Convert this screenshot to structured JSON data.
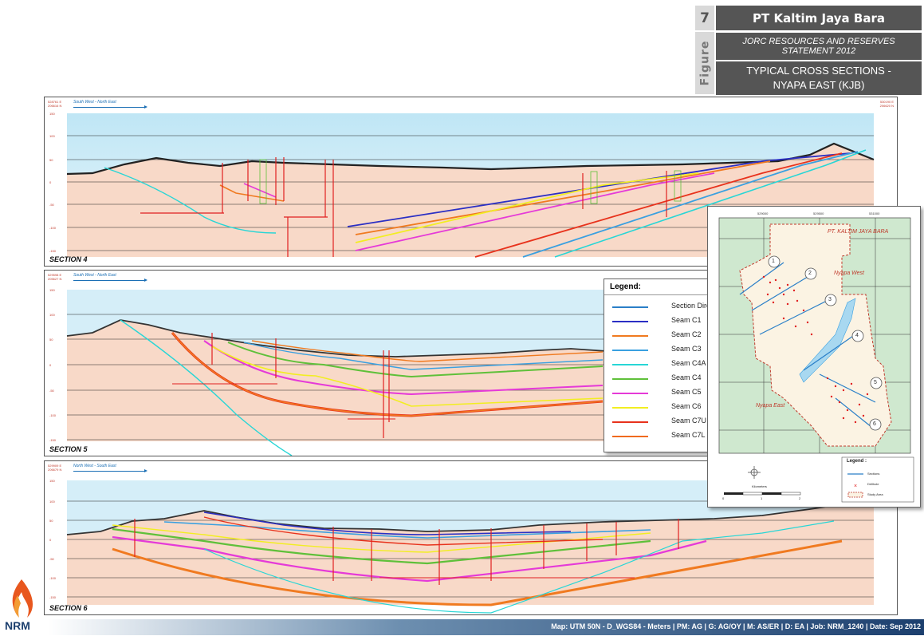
{
  "title_block": {
    "figure_number": "7",
    "figure_label": "Figure",
    "company": "PT Kaltim Jaya Bara",
    "subtitle_line1": "JORC RESOURCES AND RESERVES",
    "subtitle_line2": "STATEMENT 2012",
    "title_line1": "TYPICAL CROSS SECTIONS -",
    "title_line2": "NYAPA EAST (KJB)"
  },
  "sections": [
    {
      "label": "SECTION 4",
      "direction": "South West - North East",
      "coord_left": [
        "528761 E",
        "206616 N"
      ],
      "coord_right": [
        "530190 E",
        "206620 N"
      ],
      "y_ticks": [
        "150",
        "100",
        "50",
        "0",
        "-50",
        "-100",
        "-150"
      ]
    },
    {
      "label": "SECTION 5",
      "direction": "South West - North East",
      "coord_left": [
        "529598 E",
        "205627 N"
      ],
      "coord_right": [],
      "y_ticks": [
        "150",
        "100",
        "50",
        "0",
        "-50",
        "-100",
        "-150"
      ]
    },
    {
      "label": "SECTION 6",
      "direction": "North West - South East",
      "coord_left": [
        "529909 E",
        "206679 N"
      ],
      "coord_right": [],
      "y_ticks": [
        "150",
        "100",
        "50",
        "0",
        "-50",
        "-100",
        "-150"
      ]
    }
  ],
  "legend": {
    "title": "Legend:",
    "items": [
      {
        "label": "Section Direction",
        "color": "#2a7fc8"
      },
      {
        "label": "Seam C1",
        "color": "#2b2fc4"
      },
      {
        "label": "Seam C2",
        "color": "#f07a20"
      },
      {
        "label": "Seam C3",
        "color": "#3aa0e0"
      },
      {
        "label": "Seam C4A",
        "color": "#27d6d6"
      },
      {
        "label": "Seam C4",
        "color": "#5fc03a"
      },
      {
        "label": "Seam C5",
        "color": "#e53ad8"
      },
      {
        "label": "Seam C6",
        "color": "#f2ee22"
      },
      {
        "label": "Seam C7U",
        "color": "#e8321c"
      },
      {
        "label": "Seam C7L",
        "color": "#f06a1e"
      }
    ]
  },
  "map": {
    "company_label": "PT. KALTIM JAYA BARA",
    "area_west": "Nyapa West",
    "area_east": "Nyapa East",
    "section_numbers": [
      "1",
      "2",
      "3",
      "4",
      "5",
      "6"
    ],
    "grid_top": [
      "529000",
      "529500",
      "531000"
    ],
    "legend_title": "Legend :",
    "legend_items": [
      "Sections",
      "Drillhole",
      "Study Area"
    ],
    "scale_label": "Kilometers",
    "scale_ticks": [
      "0",
      "1",
      "2"
    ]
  },
  "footer": {
    "text": "Map: UTM 50N - D_WGS84 - Meters  |  PM: AG  |  G: AG/OY  |  M: AS/ER  |  D: EA  |  Job: NRM_1240  |  Date: Sep 2012",
    "logo": "NRM"
  },
  "colors": {
    "sky": "#bfe6f5",
    "ground": "#f8d9c8",
    "topo": "#222222",
    "drillhole": "#e02020"
  }
}
